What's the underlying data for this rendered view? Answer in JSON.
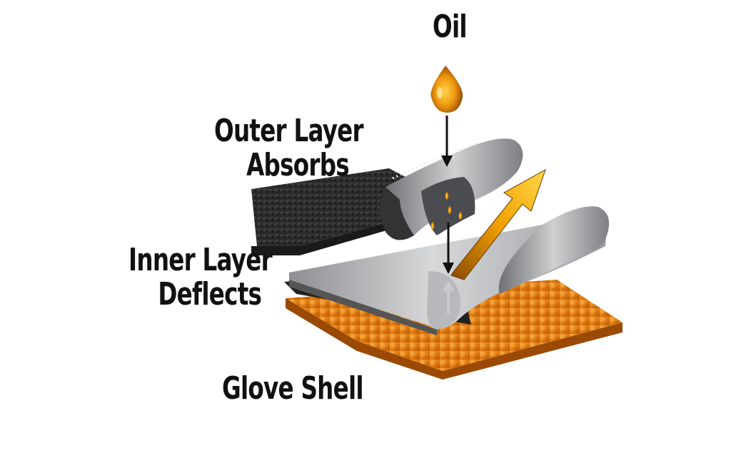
{
  "labels": {
    "oil": "Oil",
    "outer_line1": "Outer Layer",
    "outer_line2": "Absorbs",
    "inner_line1": "Inner Layer",
    "inner_line2": "Deflects",
    "shell": "Glove Shell"
  },
  "colors": {
    "oil_drop": "#e08a00",
    "deflect_arrow": "#f0a800",
    "glove_shell": "#e8861c",
    "inner_layer": "#a9abae",
    "outer_layer": "#2a2a2a",
    "text": "#111111"
  }
}
